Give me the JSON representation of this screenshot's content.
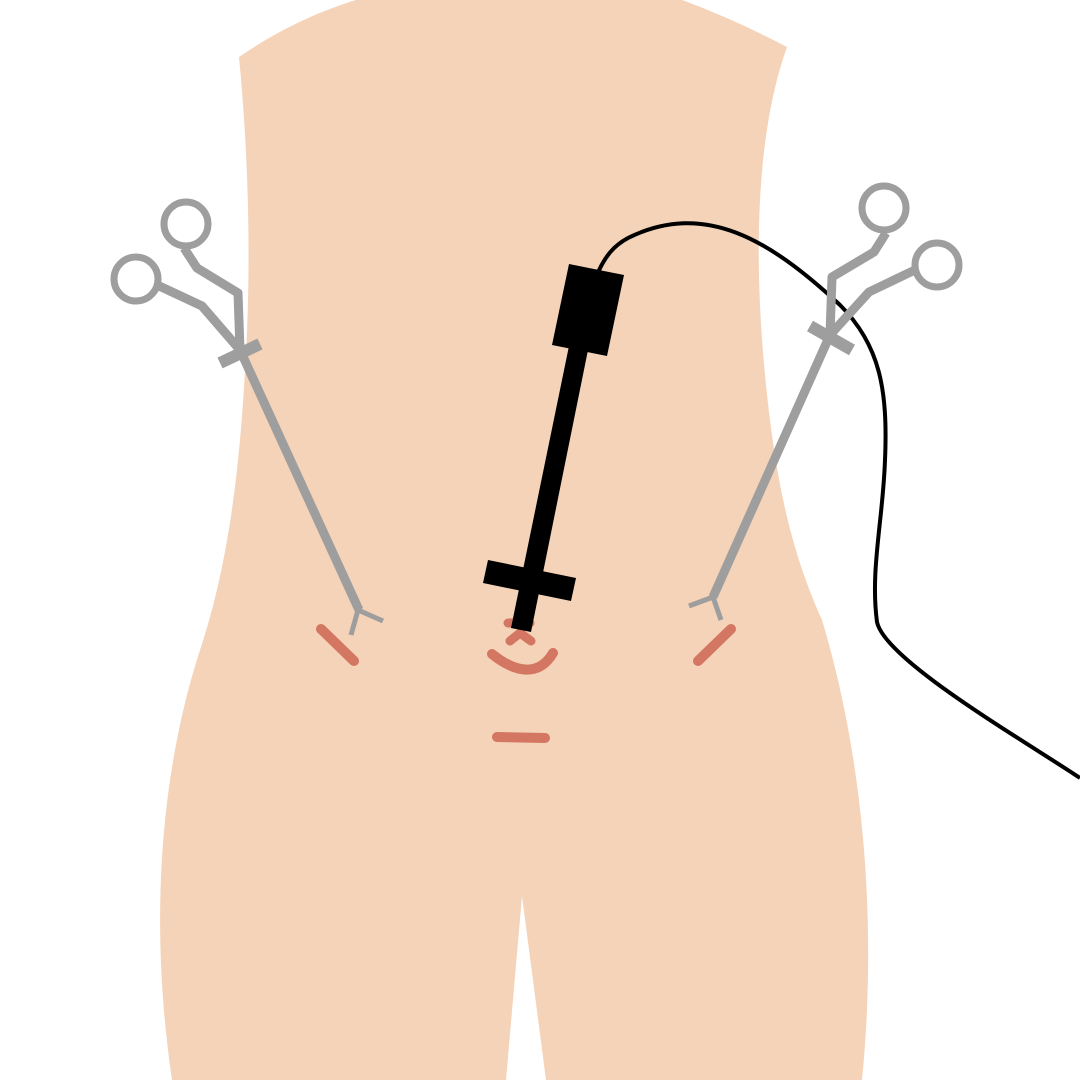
{
  "diagram": {
    "subject": "laparoscopic-ports-abdomen",
    "colors": {
      "background": "#ffffff",
      "skin": "#f5d3b8",
      "instrument": "#9e9e9e",
      "laparoscope": "#000000",
      "incision": "#d37662",
      "cable": "#000000"
    },
    "instruments": [
      {
        "name": "left-grasper",
        "icon": "laparoscopic-grasper-icon"
      },
      {
        "name": "right-grasper",
        "icon": "laparoscopic-grasper-icon"
      },
      {
        "name": "central-laparoscope",
        "icon": "laparoscope-camera-icon"
      }
    ],
    "incisions": [
      {
        "name": "left-port-incision"
      },
      {
        "name": "umbilical-incision"
      },
      {
        "name": "right-port-incision"
      },
      {
        "name": "suprapubic-incision"
      }
    ]
  }
}
